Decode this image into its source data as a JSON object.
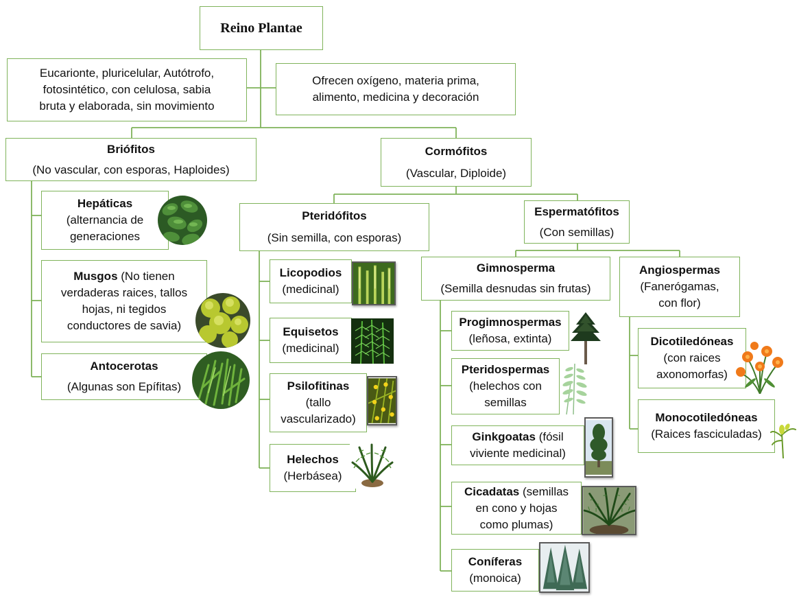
{
  "root": {
    "title": "Reino Plantae"
  },
  "features": {
    "lines": [
      "Eucarionte, pluricelular, Autótrofo,",
      "fotosintético, con celulosa, sabia",
      "bruta y elaborada, sin movimiento"
    ]
  },
  "benefits": {
    "lines": [
      "Ofrecen oxígeno, materia prima,",
      "alimento,  medicina y decoración"
    ]
  },
  "briofitos": {
    "title": "Briófitos",
    "subtitle": "(No vascular, con esporas, Haploides)",
    "children": [
      {
        "name": "Hepáticas",
        "lines": [
          "(alternancia de",
          "generaciones"
        ],
        "icon": "hepaticas-photo-icon"
      },
      {
        "name": "Musgos",
        "first_rest": " (No tienen",
        "lines": [
          "verdaderas raices, tallos",
          "hojas, ni tegidos",
          "conductores de savia)"
        ],
        "icon": "musgos-photo-icon"
      },
      {
        "name": "Antocerotas",
        "lines": [
          "(Algunas son Epífitas)"
        ],
        "icon": "antocerotas-photo-icon"
      }
    ]
  },
  "cormofitos": {
    "title": "Cormófitos",
    "subtitle": "(Vascular, Diploide)"
  },
  "pteridofitos": {
    "title": "Pteridófitos",
    "subtitle": "(Sin semilla, con esporas)",
    "children": [
      {
        "name": "Licopodios",
        "lines": [
          "(medicinal)"
        ],
        "icon": "licopodios-photo-icon"
      },
      {
        "name": "Equisetos",
        "lines": [
          "(medicinal)"
        ],
        "icon": "equisetos-photo-icon"
      },
      {
        "name": "Psilofitinas",
        "lines": [
          "(tallo",
          "vascularizado)"
        ],
        "icon": "psilofitinas-photo-icon"
      },
      {
        "name": "Helechos",
        "lines": [
          "(Herbásea)"
        ],
        "icon": "helechos-photo-icon"
      }
    ]
  },
  "espermatofitos": {
    "title": "Espermatófitos",
    "subtitle": "(Con semillas)"
  },
  "gimnosperma": {
    "title": "Gimnosperma",
    "subtitle": "(Semilla desnudas sin frutas)",
    "children": [
      {
        "name": "Progimnospermas",
        "lines": [
          "(leñosa, extinta)"
        ],
        "icon": "progimnospermas-tree-icon"
      },
      {
        "name": "Pteridospermas",
        "lines": [
          "(helechos con",
          "semillas"
        ],
        "icon": "pteridospermas-fern-icon"
      },
      {
        "name": "Ginkgoatas",
        "first_rest": " (fósil",
        "lines": [
          "viviente medicinal)"
        ],
        "icon": "ginkgoatas-photo-icon"
      },
      {
        "name": "Cicadatas",
        "first_rest": " (semillas",
        "lines": [
          "en cono y hojas",
          "como plumas)"
        ],
        "icon": "cicadatas-photo-icon"
      },
      {
        "name": "Coníferas",
        "lines": [
          "(monoica)"
        ],
        "icon": "coniferas-photo-icon"
      }
    ]
  },
  "angiospermas": {
    "title": "Angiospermas",
    "lines": [
      "(Fanerógamas,",
      "con flor)"
    ],
    "children": [
      {
        "name": "Dicotiledóneas",
        "lines": [
          "(con raices",
          "axonomorfas)"
        ],
        "icon": "dicotiledoneas-flower-icon"
      },
      {
        "name": "Monocotiledóneas",
        "lines": [
          "(Raices fasciculadas)"
        ],
        "icon": "monocotiledoneas-plant-icon"
      }
    ]
  },
  "colors": {
    "border": "#7fb35a",
    "line": "#7fb35a"
  }
}
